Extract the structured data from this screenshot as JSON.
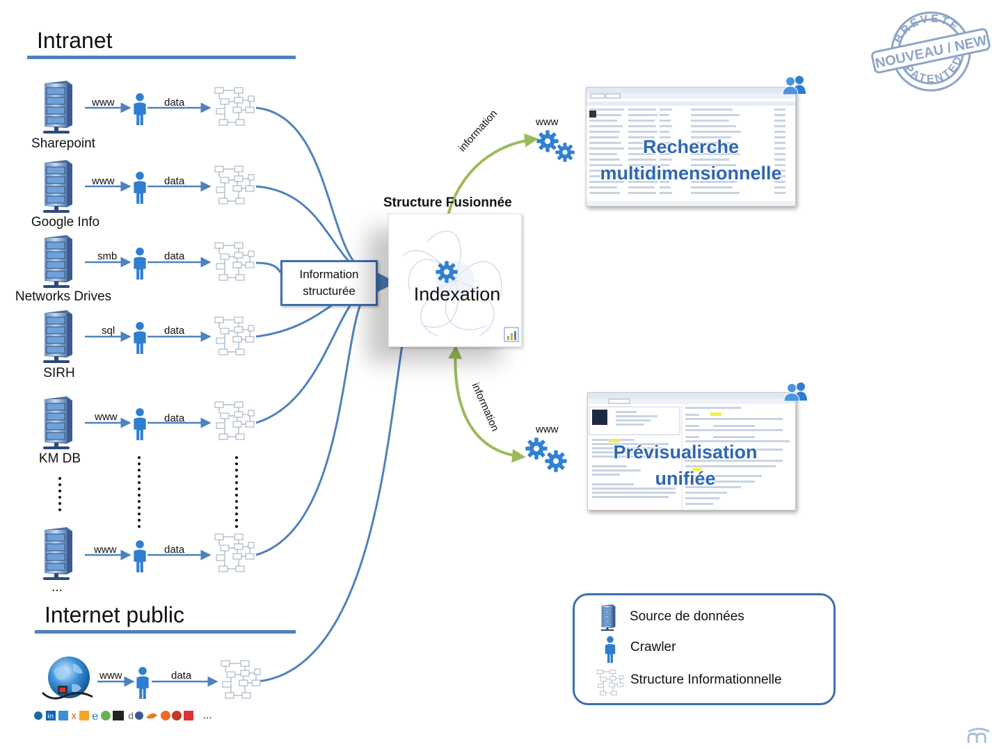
{
  "sections": {
    "intranet": "Intranet",
    "internet": "Internet public"
  },
  "sources": [
    {
      "label": "Sharepoint",
      "protocol": "www",
      "data": "data"
    },
    {
      "label": "Google Info",
      "protocol": "www",
      "data": "data"
    },
    {
      "label": "Networks Drives",
      "protocol": "smb",
      "data": "data"
    },
    {
      "label": "SIRH",
      "protocol": "sql",
      "data": "data"
    },
    {
      "label": "KM DB",
      "protocol": "www",
      "data": "data"
    },
    {
      "label": "...",
      "protocol": "www",
      "data": "data"
    }
  ],
  "internet_source": {
    "protocol": "www",
    "data": "data",
    "more": "..."
  },
  "info_box": {
    "line1": "Information",
    "line2": "structurée"
  },
  "fusion": {
    "title": "Structure Fusionnée",
    "label": "Indexation"
  },
  "outputs": [
    {
      "arrow_label": "information",
      "protocol": "www",
      "title_line1": "Recherche",
      "title_line2": "multidimensionnelle"
    },
    {
      "arrow_label": "information",
      "protocol": "www",
      "title_line1": "Prévisualisation",
      "title_line2": "unifiée"
    }
  ],
  "legend": {
    "source": "Source de données",
    "crawler": "Crawler",
    "structure": "Structure Informationnelle"
  },
  "stamp": {
    "top": "BREVETE",
    "middle": "NOUVEAU / NEW",
    "bottom": "PATENTED"
  },
  "colors": {
    "accent_blue": "#4f81bd",
    "border_blue": "#3a6fb0",
    "arrow_green": "#9bbb59",
    "title_blue": "#2f66b3"
  },
  "icons": [
    "server-icon",
    "crawler-person-icon",
    "structure-diagram-icon",
    "gear-icon",
    "globe-icon",
    "users-icon",
    "patent-stamp",
    "logo-icon"
  ]
}
